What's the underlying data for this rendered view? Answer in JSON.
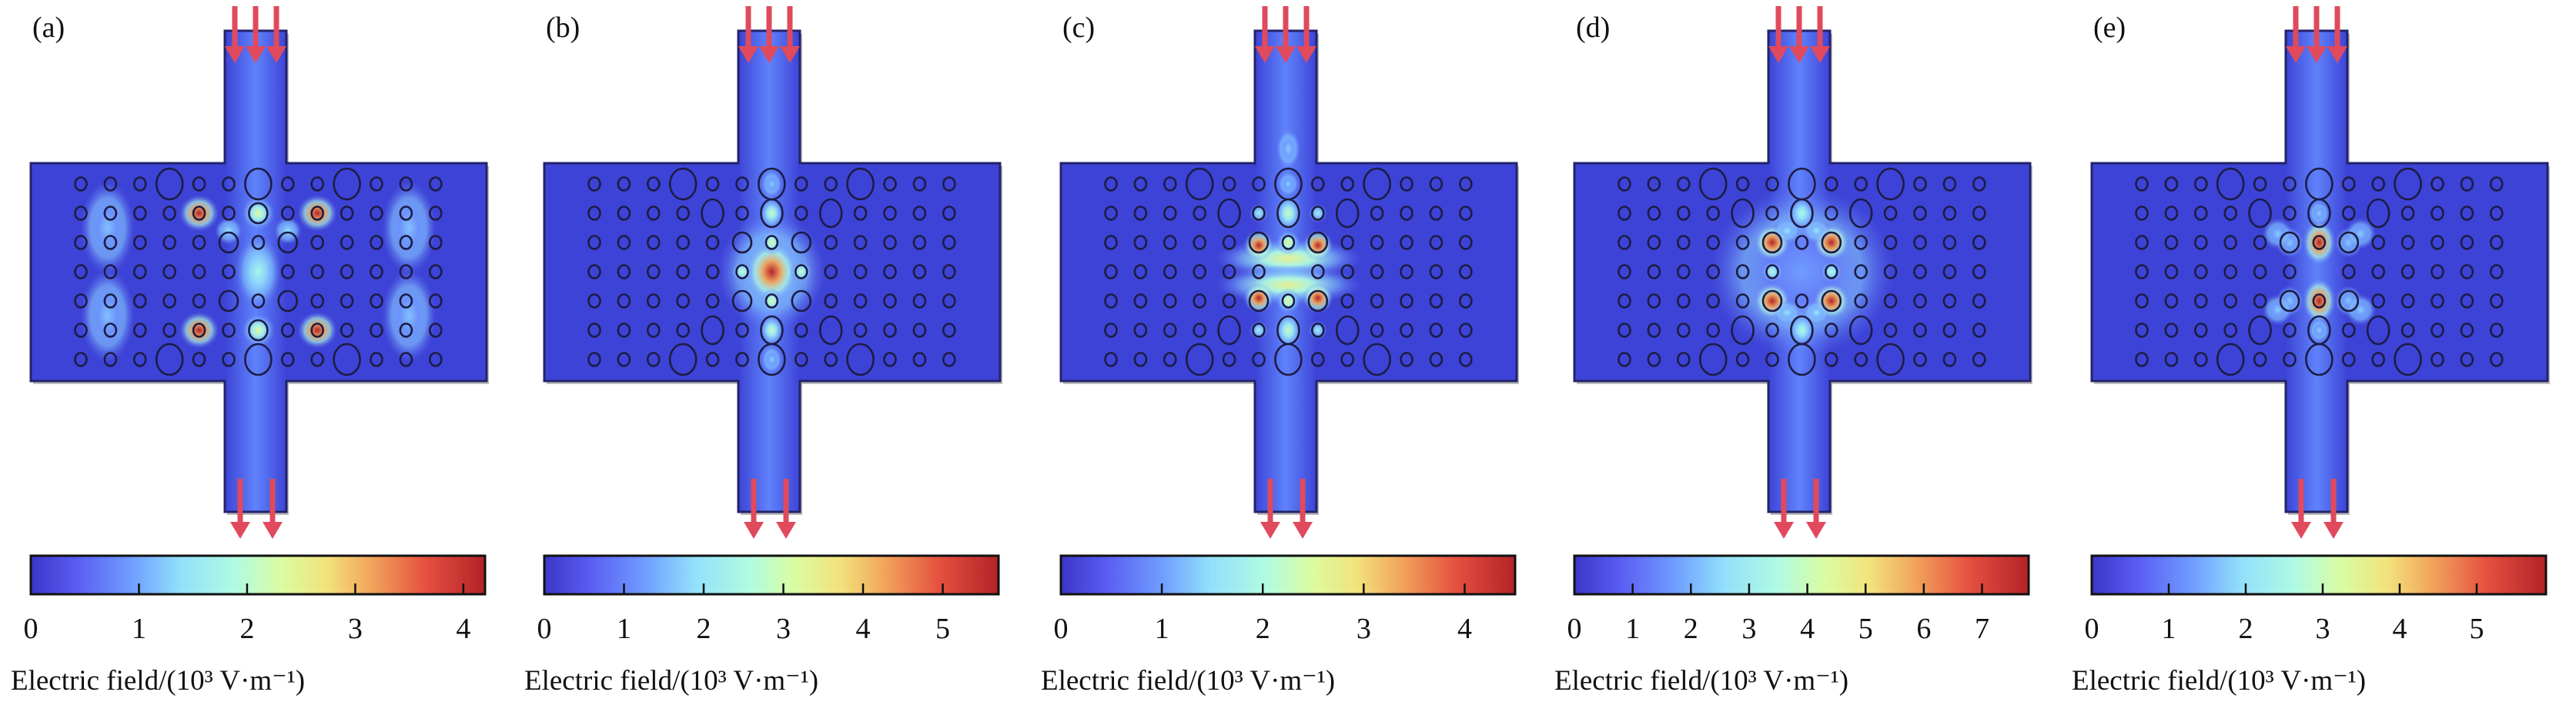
{
  "colors": {
    "substrate": "#3d43d6",
    "outline": "#22236a",
    "hole": "#1c1c44",
    "arrow": "#e04a5c"
  },
  "colorbar_title": "Electric field/(10³ V·m⁻¹)",
  "panels": [
    {
      "label": "(a)",
      "colorbar_max": 4.2,
      "ticks": [
        "0",
        "1",
        "2",
        "3",
        "4"
      ]
    },
    {
      "label": "(b)",
      "colorbar_max": 5.7,
      "ticks": [
        "0",
        "1",
        "2",
        "3",
        "4",
        "5"
      ]
    },
    {
      "label": "(c)",
      "colorbar_max": 4.5,
      "ticks": [
        "0",
        "1",
        "2",
        "3",
        "4"
      ]
    },
    {
      "label": "(d)",
      "colorbar_max": 7.8,
      "ticks": [
        "0",
        "1",
        "2",
        "3",
        "4",
        "5",
        "6",
        "7"
      ]
    },
    {
      "label": "(e)",
      "colorbar_max": 5.9,
      "ticks": [
        "0",
        "1",
        "2",
        "3",
        "4",
        "5"
      ]
    }
  ]
}
